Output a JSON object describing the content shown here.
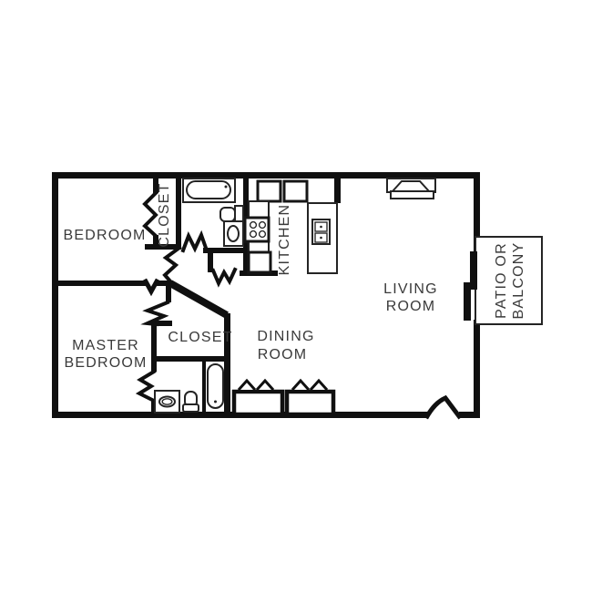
{
  "colors": {
    "wall": "#101010",
    "label_text": "#3a3a3a",
    "background": "#ffffff"
  },
  "labels": {
    "bedroom": "BEDROOM",
    "bedroom_closet": "CLOSET",
    "kitchen": "KITCHEN",
    "living_line1": "LIVING",
    "living_line2": "ROOM",
    "dining_line1": "DINING",
    "dining_line2": "ROOM",
    "master_line1": "MASTER",
    "master_line2": "BEDROOM",
    "master_closet": "CLOSET",
    "patio_line1": "PATIO OR",
    "patio_line2": "BALCONY"
  },
  "fixtures": [
    "bathtub",
    "toilet",
    "vanity-sink",
    "stove-4-burner",
    "kitchen-island-double-sink",
    "upper-cabinets",
    "fireplace-with-hearth",
    "sliding-patio-door",
    "bifold-closet-doors",
    "entry-door-swing",
    "dining-wall-closets"
  ]
}
